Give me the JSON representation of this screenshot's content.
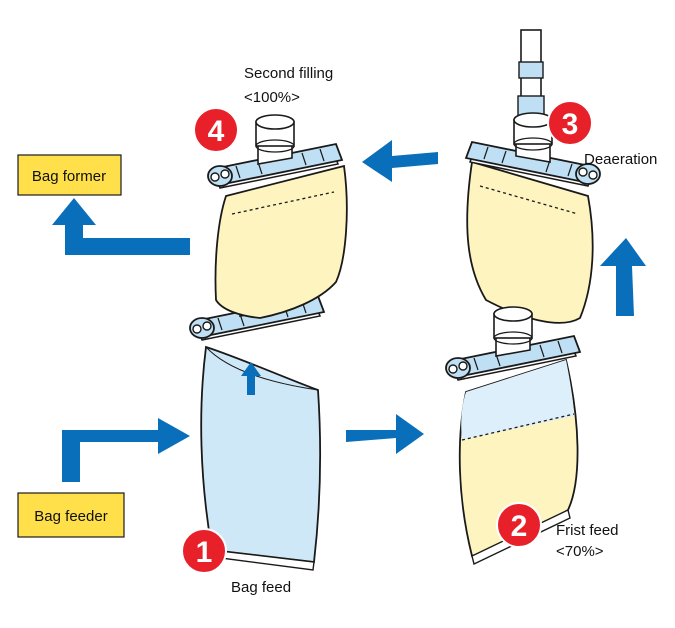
{
  "colors": {
    "arrow": "#0a6fba",
    "badge": "#e8202a",
    "box_fill": "#ffe04a",
    "bag_empty": "#cfe8f8",
    "bag_filled": "#fdf4bf",
    "fitment": "#bfe0f4",
    "outline": "#1a1a1a"
  },
  "boxes": {
    "bag_former": "Bag former",
    "bag_feeder": "Bag feeder"
  },
  "steps": [
    {
      "number": "1",
      "title": "Bag feed",
      "subtitle": ""
    },
    {
      "number": "2",
      "title": "Frist feed",
      "subtitle": "<70%>"
    },
    {
      "number": "3",
      "title": "Deaeration",
      "subtitle": ""
    },
    {
      "number": "4",
      "title": "Second filling",
      "subtitle": "<100%>"
    }
  ]
}
